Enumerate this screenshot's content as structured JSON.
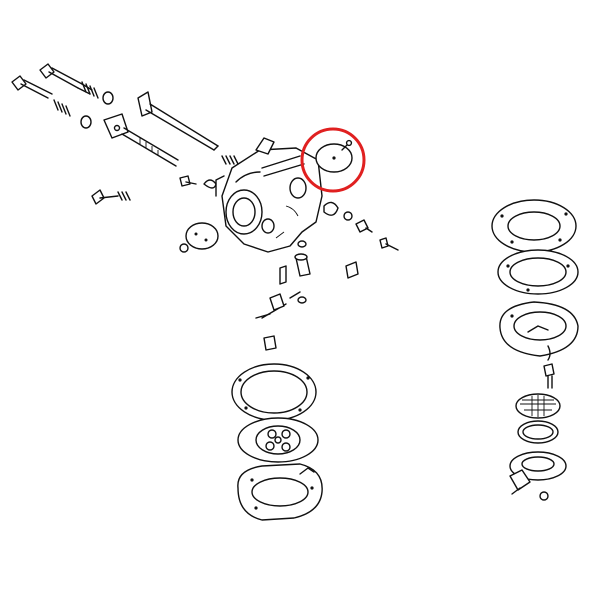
{
  "diagram": {
    "type": "exploded parts diagram",
    "subject": "carburetor",
    "highlight": {
      "color": "#e02020",
      "target": "part-highlighted-diaphragm-plug"
    },
    "parts": [
      "idle-speed-screw",
      "idle-mixture-screw",
      "high-speed-screw",
      "throttle-shaft",
      "choke-shaft",
      "carburetor-body",
      "welch-plug",
      "throttle-plate",
      "inlet-needle",
      "metering-lever",
      "fuel-pump-diaphragm",
      "gasket",
      "pump-cover",
      "metering-diaphragm",
      "filter-screen",
      "fuel-inlet-cover"
    ]
  }
}
